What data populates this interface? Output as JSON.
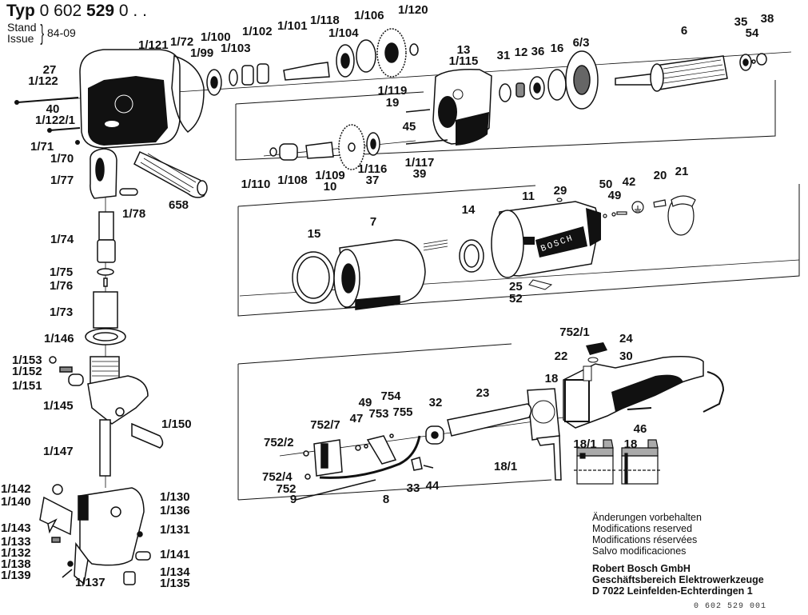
{
  "header": {
    "typ_label": "Typ",
    "typ_number_a": "0 602",
    "typ_number_b": "529",
    "typ_number_c": "0 . .",
    "stand_label": "Stand",
    "issue_label": "Issue",
    "brace": "}",
    "date": "84-09"
  },
  "parts": {
    "p27": "27",
    "p1_122": "1/122",
    "p40": "40",
    "p1_122_1": "1/122/1",
    "p1_71": "1/71",
    "p1_70": "1/70",
    "p1_121": "1/121",
    "p1_72": "1/72",
    "p1_99": "1/99",
    "p1_100": "1/100",
    "p1_103": "1/103",
    "p1_102": "1/102",
    "p1_101": "1/101",
    "p1_118": "1/118",
    "p1_104": "1/104",
    "p1_106": "1/106",
    "p1_120": "1/120",
    "p1_119": "1/119",
    "p19": "19",
    "p13": "13",
    "p1_115": "1/115",
    "p45": "45",
    "p31": "31",
    "p12": "12",
    "p36": "36",
    "p16": "16",
    "p6_3": "6/3",
    "p6": "6",
    "p35": "35",
    "p54": "54",
    "p38": "38",
    "p1_110": "1/110",
    "p1_108": "1/108",
    "p1_109": "1/109",
    "p10": "10",
    "p1_116": "1/116",
    "p37": "37",
    "p1_117": "1/117",
    "p39": "39",
    "p1_77": "1/77",
    "p1_78": "1/78",
    "p658": "658",
    "p1_74": "1/74",
    "p1_75": "1/75",
    "p1_76": "1/76",
    "p1_73": "1/73",
    "p1_146": "1/146",
    "p1_153": "1/153",
    "p1_152": "1/152",
    "p1_151": "1/151",
    "p1_145": "1/145",
    "p1_150": "1/150",
    "p1_147": "1/147",
    "p1_142": "1/142",
    "p1_140": "1/140",
    "p1_143": "1/143",
    "p1_133": "1/133",
    "p1_132": "1/132",
    "p1_138": "1/138",
    "p1_139": "1/139",
    "p1_137": "1/137",
    "p1_130": "1/130",
    "p1_136": "1/136",
    "p1_131": "1/131",
    "p1_141": "1/141",
    "p1_134": "1/134",
    "p1_135": "1/135",
    "p15": "15",
    "p7": "7",
    "p14": "14",
    "p11": "11",
    "p29": "29",
    "p50": "50",
    "p49": "49",
    "p42": "42",
    "p20": "20",
    "p21": "21",
    "p25": "25",
    "p52": "52",
    "p752_1": "752/1",
    "p24": "24",
    "p30": "30",
    "p22": "22",
    "p18": "18",
    "p46": "46",
    "p18_1": "18/1",
    "p18_1b": "18/1",
    "p18b": "18",
    "p49b": "49",
    "p754": "754",
    "p47": "47",
    "p753": "753",
    "p755": "755",
    "p32": "32",
    "p23": "23",
    "p752_7": "752/7",
    "p752_2": "752/2",
    "p752_4": "752/4",
    "p752": "752",
    "p9": "9",
    "p8": "8",
    "p33": "33",
    "p44": "44"
  },
  "product_mark": "BOSCH",
  "notes": [
    "Änderungen vorbehalten",
    "Modifications reserved",
    "Modifications réservées",
    "Salvo modificaciones"
  ],
  "company": [
    "Robert Bosch GmbH",
    "Geschäftsbereich Elektrowerkzeuge",
    "D 7022 Leinfelden-Echterdingen 1"
  ],
  "doc_number": "0 602 529 001"
}
